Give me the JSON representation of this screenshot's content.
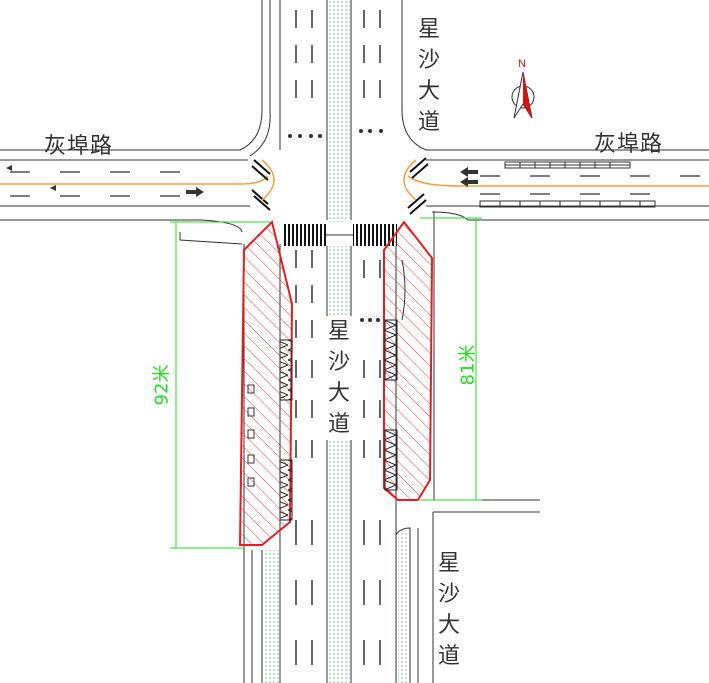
{
  "roads": {
    "west_label": "灰埠路",
    "east_label": "灰埠路",
    "north_label": "星沙大道",
    "middle_label": "星沙大道",
    "south_label": "星沙大道"
  },
  "dimensions": {
    "left_length": "92米",
    "right_length": "81米"
  },
  "compass": {
    "north_letter": "N"
  },
  "colors": {
    "road_line": "#333333",
    "dimension": "#22dd22",
    "hatch_zone": "#e02020",
    "median": "#2a9d2a",
    "centerline": "#f0a040"
  }
}
